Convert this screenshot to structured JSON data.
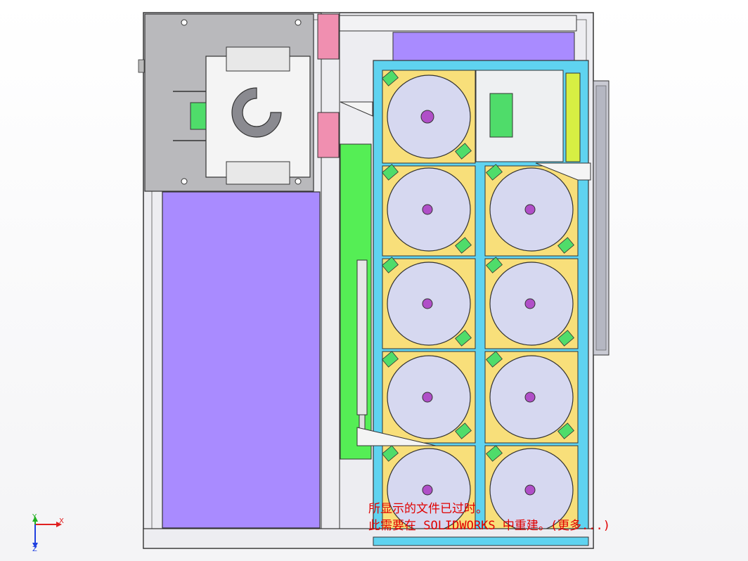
{
  "viewport": {
    "warning_line1": "所显示的文件已过时。",
    "warning_line2": "此需要在 SOLIDWORKS 中重建。(更多...)"
  },
  "triad": {
    "x_label": "X",
    "y_label": "Y",
    "z_label": "Z"
  },
  "colors": {
    "background": "#ffffff",
    "frame": "#ececf0",
    "plate_grey": "#b9b9bc",
    "purple_panel": "#a98bff",
    "pink_block": "#f08fb0",
    "green_rail": "#55ee55",
    "cyan_frame": "#5fd3f0",
    "yellow_tray": "#f8df7a",
    "disc": "#d6d8f0",
    "warning_text": "#e00000"
  }
}
